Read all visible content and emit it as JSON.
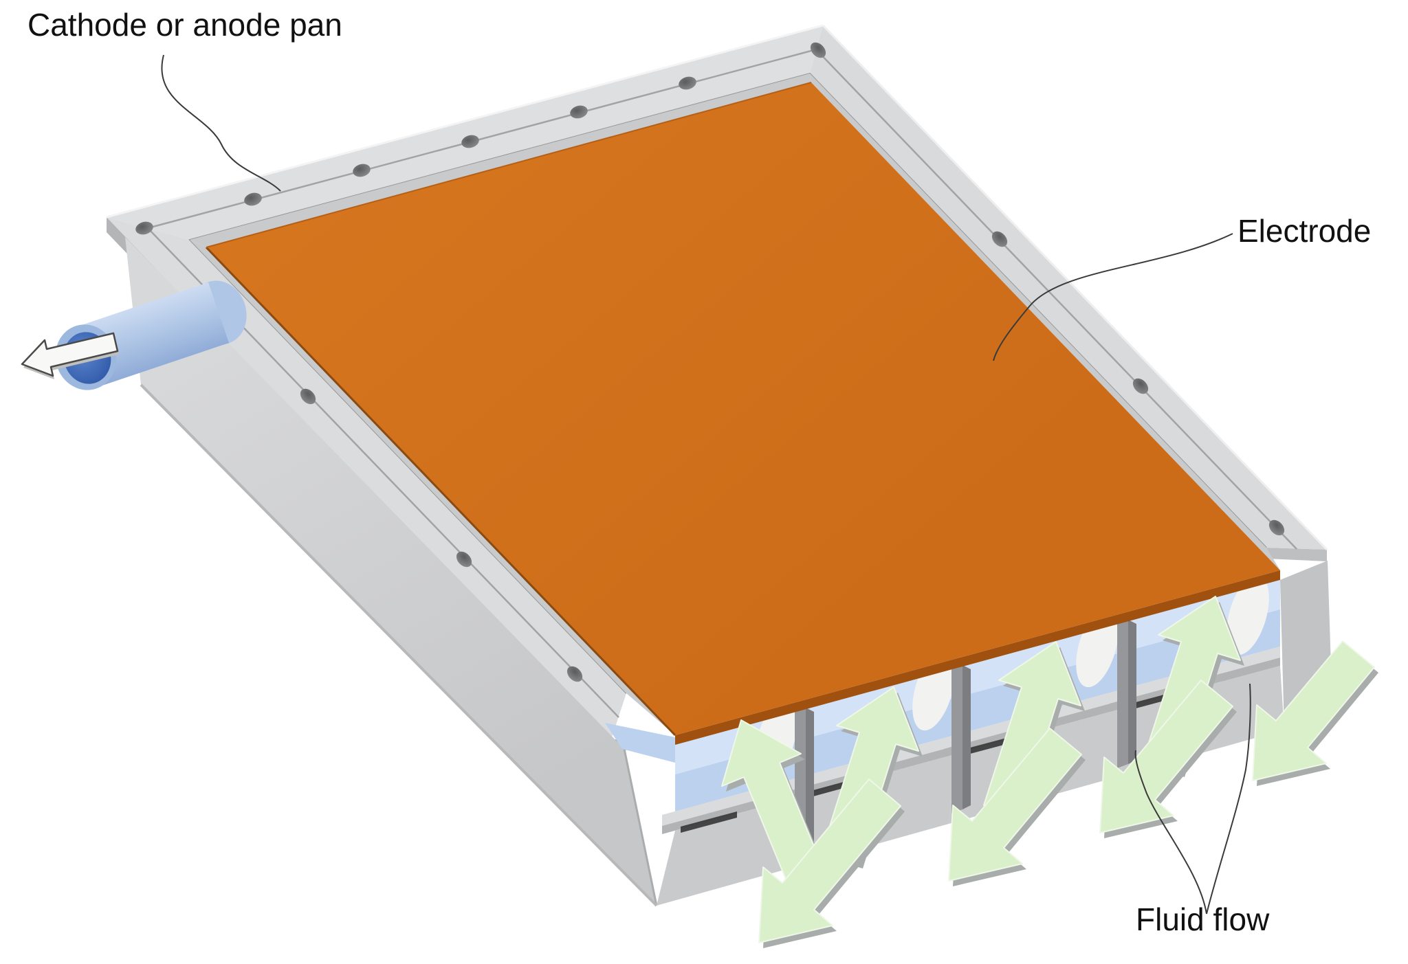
{
  "labels": {
    "pan": "Cathode or anode pan",
    "electrode": "Electrode",
    "fluid_flow": "Fluid flow"
  },
  "structure": {
    "channel_count": 4,
    "inflow_arrow_count": 4,
    "outflow_arrow_count": 4,
    "bolt_hole_count": 14,
    "pipe_side": "left",
    "inflow_direction": "up into channel",
    "outflow_direction": "down-left out of channel"
  },
  "colors": {
    "background": "#FFFFFF",
    "electrode_orange": "#D4731F",
    "electrode_edge": "#A0500F",
    "flange_gray": "#DEDFE1",
    "wall_gray": "#D3D4D6",
    "fluid_blue": "#BBD1EE",
    "fluid_blue_light": "#D3E2F6",
    "pipe_blue": "#AFC6E6",
    "pipe_bore_blue": "#2B55A4",
    "flow_arrow_green": "#D9F0CA",
    "outlet_arrow_white": "#F8F8F6",
    "label_black": "#111111"
  }
}
